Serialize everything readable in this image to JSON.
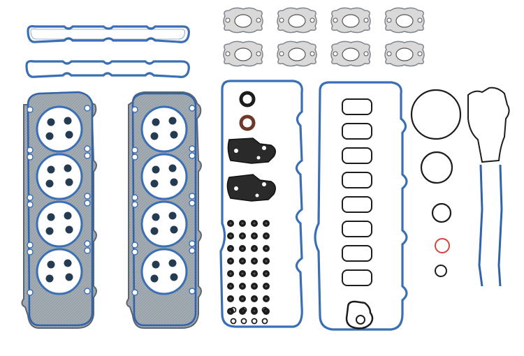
{
  "image": {
    "background": "#ffffff",
    "subject": "engine-cylinder-head-gasket-set",
    "colors": {
      "blue_seal": "#3a6fb5",
      "blue_seal_dark": "#24508f",
      "steel": "#9aa2ab",
      "steel_dark": "#5d656e",
      "black_seal": "#1c1c1c",
      "brown_seal": "#6b3a2a",
      "red_oring": "#d2453b",
      "fiber": "#d9d9d9"
    },
    "counts": {
      "exhaust_manifold_gaskets": 8,
      "intake_manifold_gaskets": 2,
      "head_gaskets": 2,
      "cylinders_per_head": 4,
      "valve_cover_gaskets": 2,
      "o_rings": 4
    }
  }
}
